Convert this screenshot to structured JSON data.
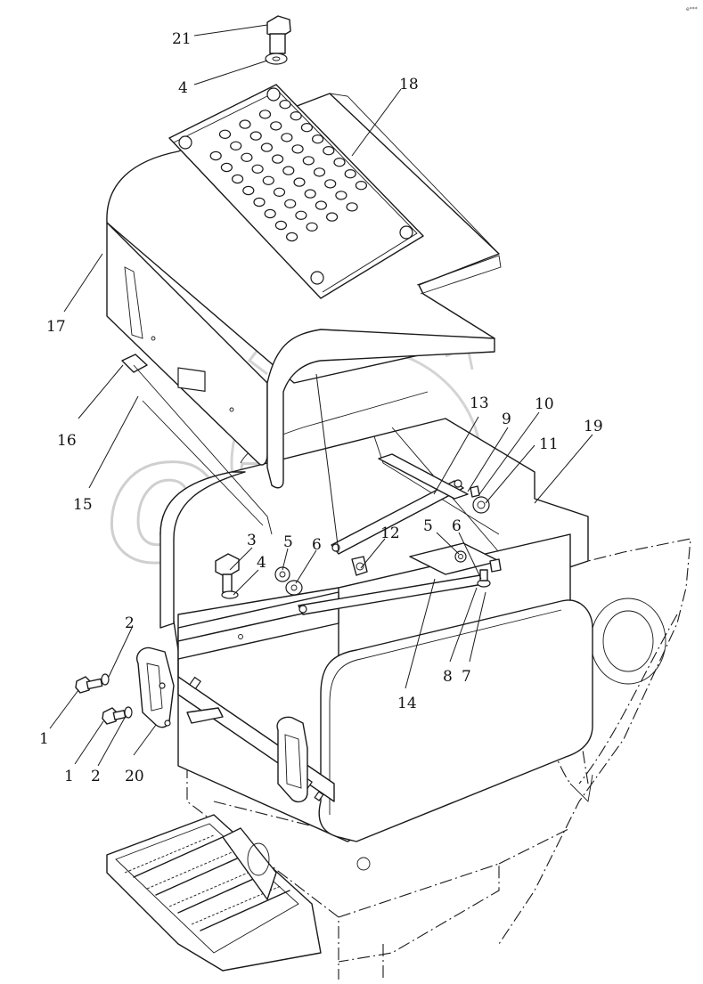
{
  "callouts": [
    {
      "id": "c21",
      "label": "21"
    },
    {
      "id": "c4a",
      "label": "4"
    },
    {
      "id": "c18",
      "label": "18"
    },
    {
      "id": "c17",
      "label": "17"
    },
    {
      "id": "c16",
      "label": "16"
    },
    {
      "id": "c15",
      "label": "15"
    },
    {
      "id": "c13",
      "label": "13"
    },
    {
      "id": "c9",
      "label": "9"
    },
    {
      "id": "c10",
      "label": "10"
    },
    {
      "id": "c19",
      "label": "19"
    },
    {
      "id": "c11",
      "label": "11"
    },
    {
      "id": "c3",
      "label": "3"
    },
    {
      "id": "c5a",
      "label": "5"
    },
    {
      "id": "c6a",
      "label": "6"
    },
    {
      "id": "c4b",
      "label": "4"
    },
    {
      "id": "c12",
      "label": "12"
    },
    {
      "id": "c5b",
      "label": "5"
    },
    {
      "id": "c6b",
      "label": "6"
    },
    {
      "id": "c2a",
      "label": "2"
    },
    {
      "id": "c1a",
      "label": "1"
    },
    {
      "id": "c1b",
      "label": "1"
    },
    {
      "id": "c2b",
      "label": "2"
    },
    {
      "id": "c20",
      "label": "20"
    },
    {
      "id": "c14",
      "label": "14"
    },
    {
      "id": "c8",
      "label": "8"
    },
    {
      "id": "c7",
      "label": "7"
    }
  ],
  "watermark": {
    "text": "OPEX",
    "color": "#cfcfcf"
  },
  "corner_mark": "e***"
}
